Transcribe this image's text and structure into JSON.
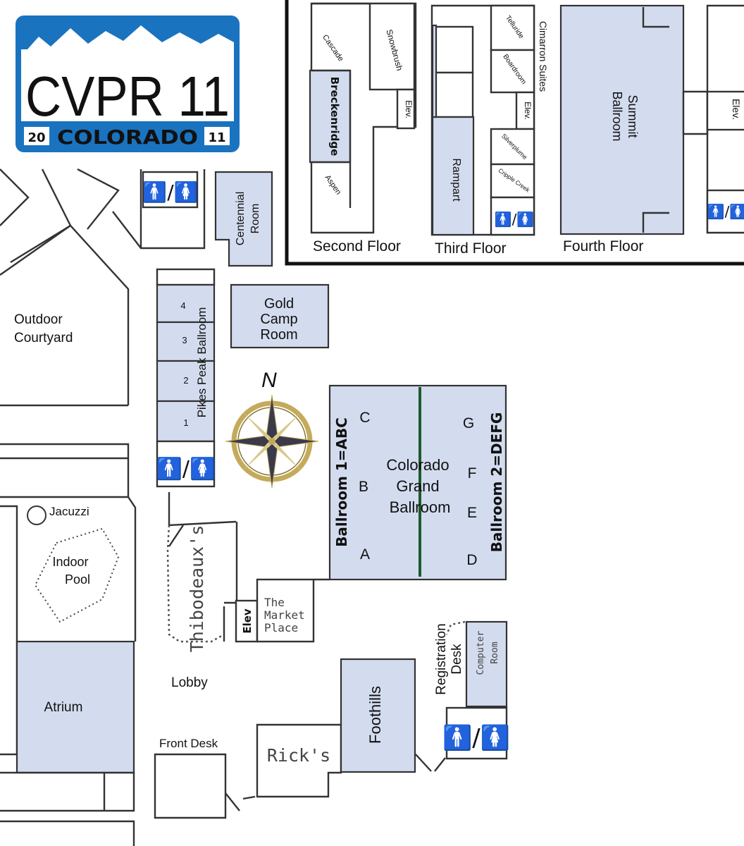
{
  "logo": {
    "main": "CVPR 11",
    "year_left": "20",
    "state": "COLORADO",
    "year_right": "11"
  },
  "colors": {
    "room_fill": "#d3dcef",
    "wall": "#333333",
    "logo_blue": "#1a73bf",
    "ballroom_divider": "#1f5a2e",
    "compass_gold": "#c4aa5a"
  },
  "inset": {
    "floors": {
      "second": "Second Floor",
      "third": "Third Floor",
      "fourth": "Fourth Floor"
    },
    "rooms": {
      "cascade": "Cascade",
      "breckenridge": "Breckenridge",
      "aspen": "Aspen",
      "snowbrush": "Snowbrush",
      "elev": "Elev.",
      "rampart": "Rampart",
      "telluride": "Telluride",
      "boardroom": "Boardroom",
      "silverplume": "Silverplume",
      "cripple_creek": "Cripple Creek",
      "cimarron_suites": "Cimarron Suites",
      "summit_ballroom_1": "Summit",
      "summit_ballroom_2": "Ballroom"
    }
  },
  "main": {
    "outdoor_courtyard_1": "Outdoor",
    "outdoor_courtyard_2": "Courtyard",
    "centennial_1": "Centennial",
    "centennial_2": "Room",
    "gold_camp_1": "Gold",
    "gold_camp_2": "Camp",
    "gold_camp_3": "Room",
    "pikes_peak": "Pikes Peak Ballroom",
    "pikes_numbers": [
      "4",
      "3",
      "2",
      "1"
    ],
    "compass_n": "N",
    "ballroom1": "Ballroom 1=ABC",
    "ballroom2": "Ballroom 2=DEFG",
    "letters_left": [
      "C",
      "B",
      "A"
    ],
    "letters_right": [
      "G",
      "F",
      "E",
      "D"
    ],
    "grand_1": "Colorado",
    "grand_2": "Grand",
    "grand_3": "Ballroom",
    "jacuzzi": "Jacuzzi",
    "indoor_pool_1": "Indoor",
    "indoor_pool_2": "Pool",
    "thibodeauxs": "Thibodeaux's",
    "elev": "Elev",
    "market_1": "The",
    "market_2": "Market",
    "market_3": "Place",
    "atrium": "Atrium",
    "lobby": "Lobby",
    "front_desk": "Front Desk",
    "ricks": "Rick's",
    "foothills": "Foothills",
    "registration_1": "Registration",
    "registration_2": "Desk",
    "computer_1": "Computer",
    "computer_2": "Room"
  },
  "icons": {
    "restroom_symbol": "🚹/🚺"
  }
}
